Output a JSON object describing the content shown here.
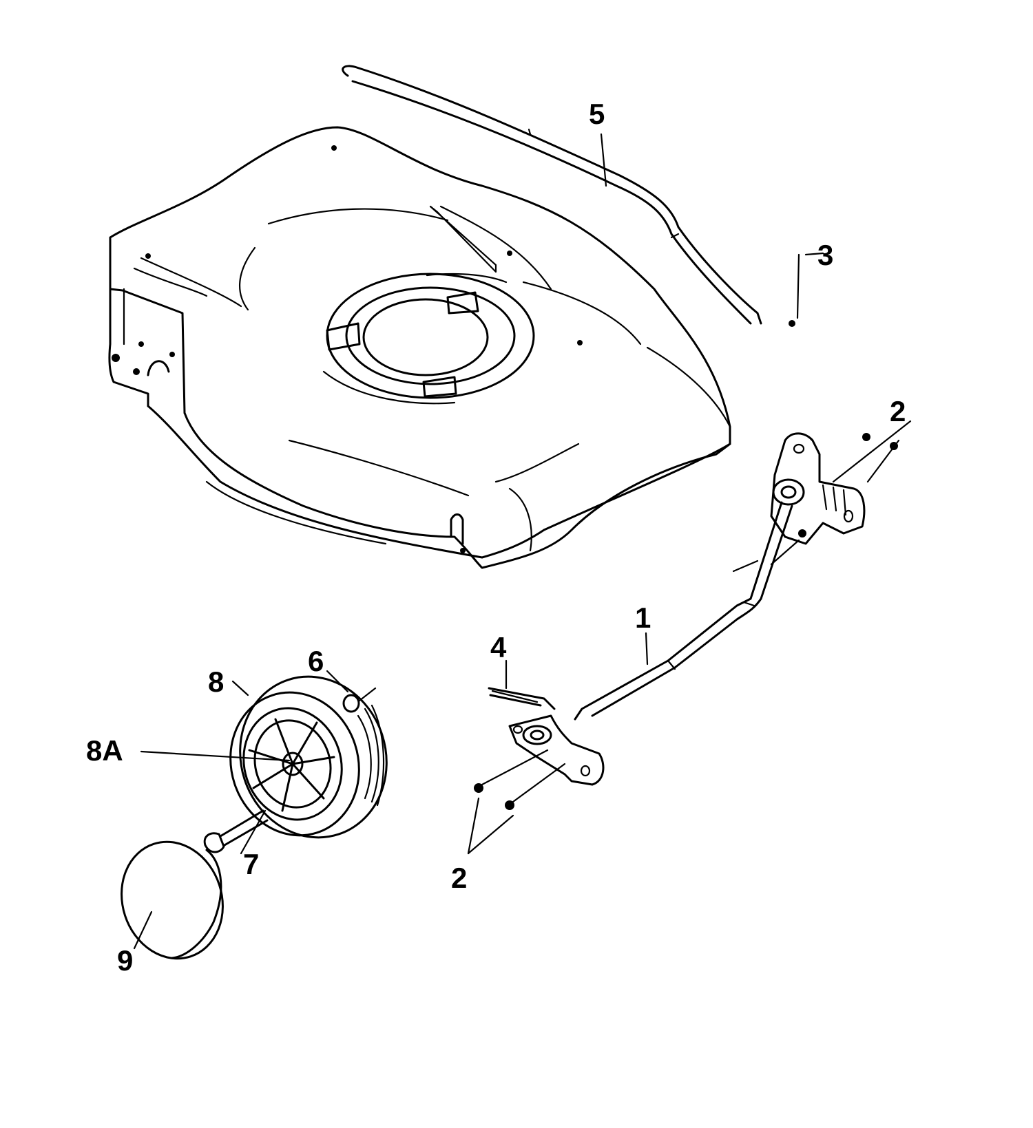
{
  "callouts": {
    "c1": "1",
    "c2_upper": "2",
    "c2_lower": "2",
    "c3": "3",
    "c4": "4",
    "c5": "5",
    "c6": "6",
    "c7": "7",
    "c8": "8",
    "c8a": "8A",
    "c9": "9"
  },
  "colors": {
    "ink": "#000000",
    "paper": "#ffffff"
  }
}
